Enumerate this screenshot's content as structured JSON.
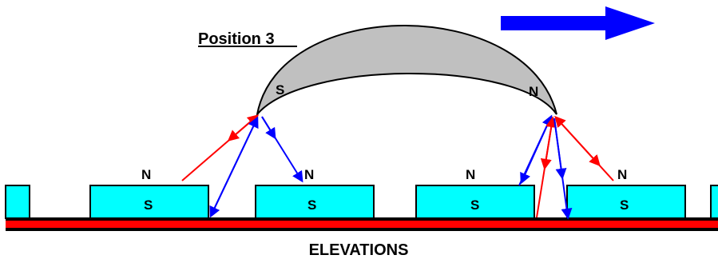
{
  "diagram": {
    "position_label": "Position 3",
    "footer_label": "ELEVATIONS",
    "arc_magnet": {
      "left_pole": "S",
      "right_pole": "N",
      "fill": "#c0c0c0"
    },
    "base_magnets": {
      "fill": "#00ffff",
      "blocks": [
        {
          "top_label": "",
          "face_label": ""
        },
        {
          "top_label": "N",
          "face_label": "S"
        },
        {
          "top_label": "N",
          "face_label": "S"
        },
        {
          "top_label": "N",
          "face_label": "S"
        },
        {
          "top_label": "N",
          "face_label": "S"
        },
        {
          "top_label": "",
          "face_label": ""
        }
      ]
    },
    "motion_direction": "right",
    "colors": {
      "repulsion_arrows": "#ff0000",
      "attraction_arrows": "#0000ff",
      "base_rail": "#ff0000",
      "direction_arrow": "#0000ff"
    }
  }
}
